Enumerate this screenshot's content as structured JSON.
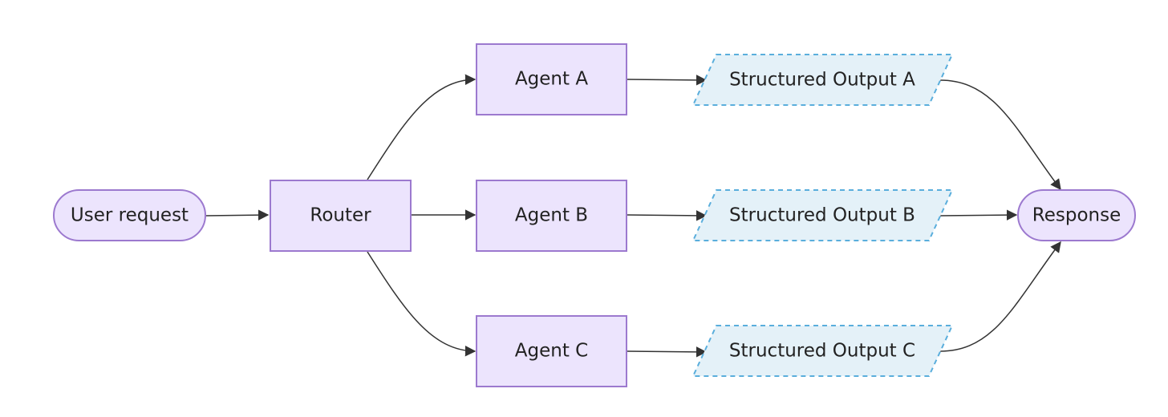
{
  "diagram": {
    "colors": {
      "process_fill": "#ECE4FD",
      "process_stroke": "#9C79CF",
      "data_fill": "#E4F1F8",
      "data_stroke": "#5AAEDC",
      "edge": "#333333"
    },
    "nodes": {
      "user_request": "User request",
      "router": "Router",
      "agent_a": "Agent A",
      "agent_b": "Agent B",
      "agent_c": "Agent C",
      "output_a": "Structured Output A",
      "output_b": "Structured Output B",
      "output_c": "Structured Output C",
      "response": "Response"
    },
    "edges": [
      [
        "user_request",
        "router"
      ],
      [
        "router",
        "agent_a"
      ],
      [
        "router",
        "agent_b"
      ],
      [
        "router",
        "agent_c"
      ],
      [
        "agent_a",
        "output_a"
      ],
      [
        "agent_b",
        "output_b"
      ],
      [
        "agent_c",
        "output_c"
      ],
      [
        "output_a",
        "response"
      ],
      [
        "output_b",
        "response"
      ],
      [
        "output_c",
        "response"
      ]
    ]
  }
}
